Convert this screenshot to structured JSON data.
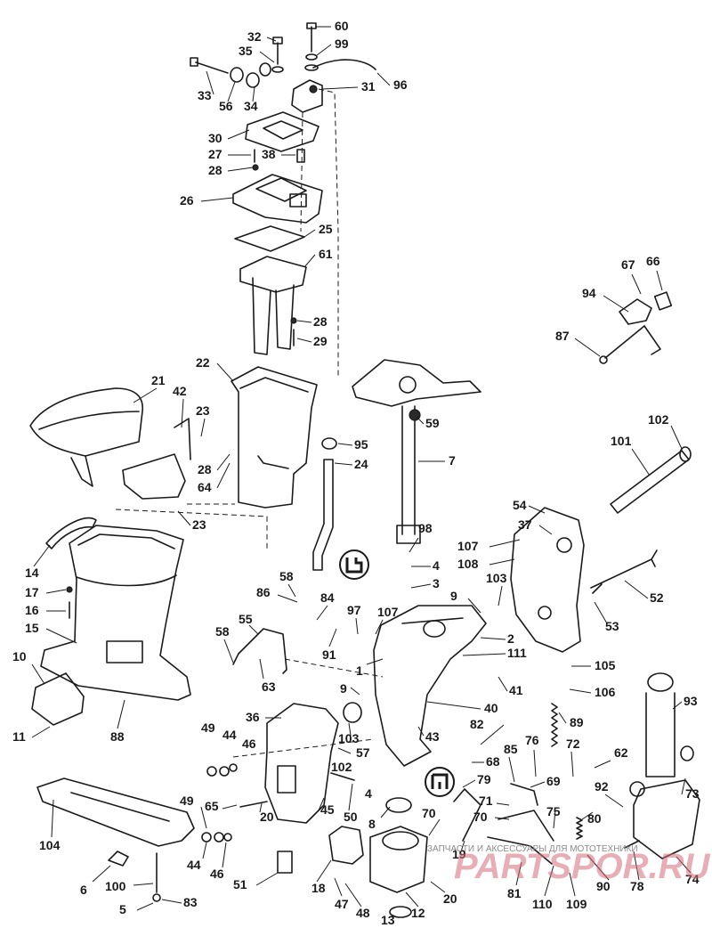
{
  "diagram": {
    "labels": [
      "32",
      "60",
      "35",
      "99",
      "33",
      "56",
      "34",
      "31",
      "96",
      "30",
      "27",
      "38",
      "28",
      "26",
      "25",
      "61",
      "28",
      "29",
      "22",
      "21",
      "42",
      "23",
      "28",
      "64",
      "95",
      "24",
      "7",
      "59",
      "66",
      "67",
      "94",
      "87",
      "102",
      "101",
      "23",
      "14",
      "17",
      "16",
      "15",
      "10",
      "11",
      "88",
      "98",
      "4",
      "3",
      "58",
      "86",
      "84",
      "97",
      "107",
      "55",
      "58",
      "63",
      "91",
      "9",
      "2",
      "111",
      "1",
      "41",
      "105",
      "106",
      "54",
      "37",
      "107",
      "108",
      "103",
      "53",
      "52",
      "93",
      "9",
      "40",
      "89",
      "36",
      "103",
      "43",
      "49",
      "44",
      "46",
      "57",
      "82",
      "102",
      "68",
      "4",
      "85",
      "76",
      "72",
      "62",
      "79",
      "69",
      "92",
      "73",
      "49",
      "65",
      "20",
      "45",
      "50",
      "8",
      "71",
      "70",
      "75",
      "80",
      "104",
      "44",
      "46",
      "70",
      "19",
      "74",
      "51",
      "18",
      "6",
      "100",
      "90",
      "78",
      "110",
      "109",
      "81",
      "5",
      "83",
      "47",
      "48",
      "12",
      "13",
      "20"
    ],
    "watermark_small": "ЗАПЧАСТИ И АКСЕССУАРЫ ДЛЯ МОТОТЕХНИКИ",
    "watermark_big": "PARTSPOR.RU"
  }
}
